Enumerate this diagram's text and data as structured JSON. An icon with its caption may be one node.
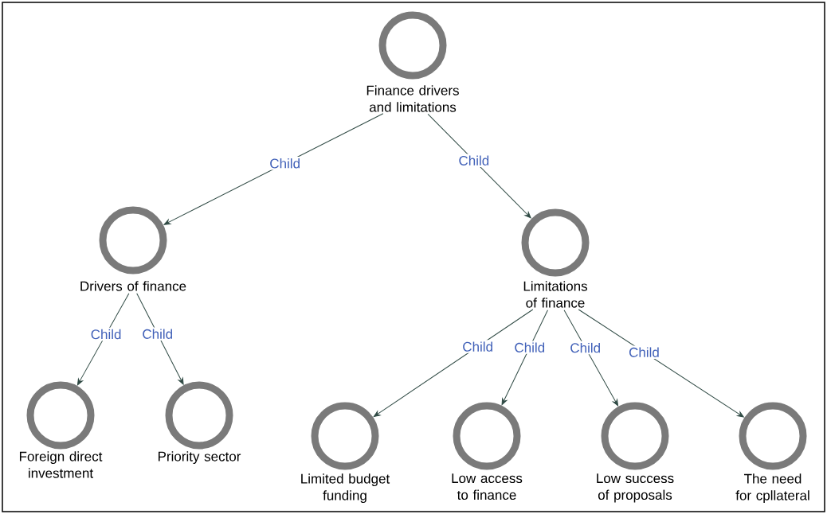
{
  "diagram": {
    "nodes": [
      {
        "text": [
          "Finance drivers and limitations"
        ]
      },
      {
        "text": [
          "Drivers of finance"
        ]
      },
      {
        "text": [
          "Limitations of finance"
        ]
      },
      {
        "text": [
          "Foreign direct investment"
        ]
      },
      {
        "text": [
          "Priority sector"
        ]
      },
      {
        "text": [
          "Limited budget funding"
        ]
      },
      {
        "text": [
          "Low access to finance"
        ]
      },
      {
        "text": [
          "Low success of proposals"
        ]
      },
      {
        "text": [
          "The need for cpllateral"
        ]
      }
    ],
    "edges": [
      {
        "from": 0,
        "to": 1,
        "arrow": "to",
        "label": "Child"
      },
      {
        "from": 0,
        "to": 2,
        "arrow": "to",
        "label": "Child"
      },
      {
        "from": 1,
        "to": 3,
        "arrow": "to",
        "label": "Child"
      },
      {
        "from": 1,
        "to": 4,
        "arrow": "to",
        "label": "Child"
      },
      {
        "from": 2,
        "to": 5,
        "arrow": "to",
        "label": "Child"
      },
      {
        "from": 2,
        "to": 6,
        "arrow": "to",
        "label": "Child"
      },
      {
        "from": 2,
        "to": 7,
        "arrow": "to",
        "label": "Child"
      },
      {
        "from": 2,
        "to": 8,
        "arrow": "to",
        "label": "Child"
      }
    ]
  }
}
